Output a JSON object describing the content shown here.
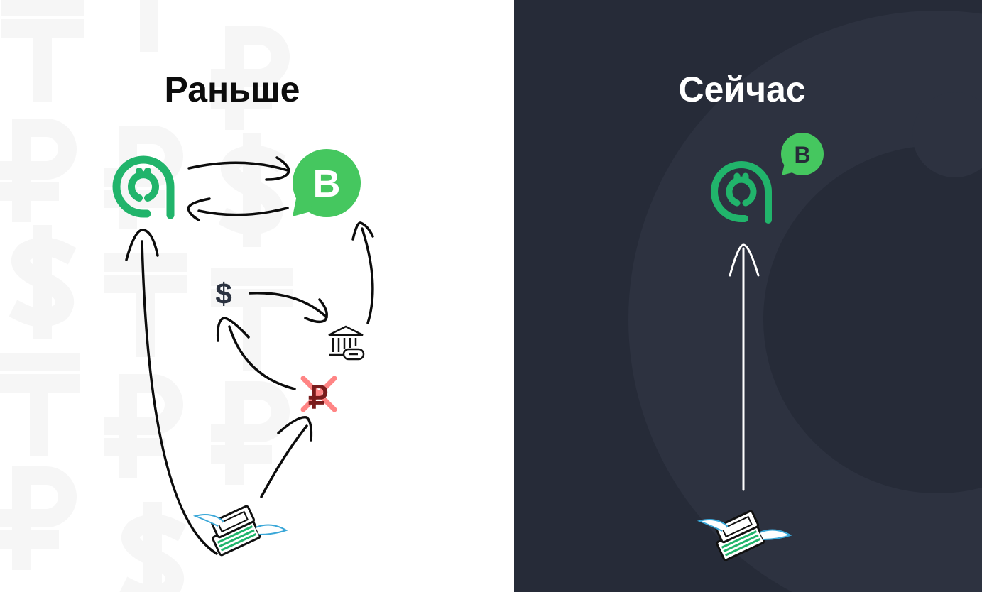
{
  "before": {
    "title": "Раньше",
    "dollar_symbol": "$",
    "ruble_symbol": "₽",
    "bubble_letter": "B"
  },
  "now": {
    "title": "Сейчас",
    "bubble_letter": "B"
  },
  "colors": {
    "left_bg": "#ffffff",
    "right_bg": "#262b38",
    "brand_green": "#21b46b",
    "bubble_green": "#45c75f",
    "cross_red": "#ff7070"
  }
}
